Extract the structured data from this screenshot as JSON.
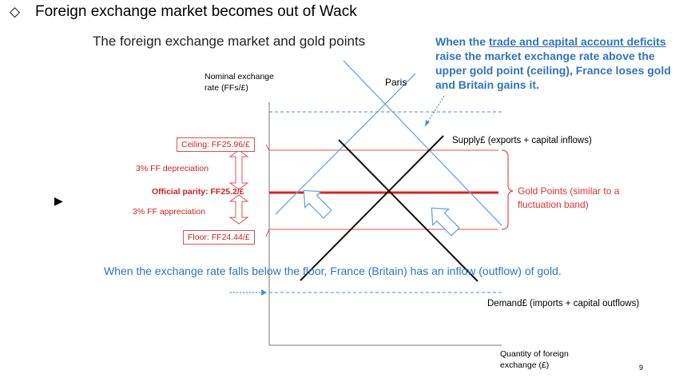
{
  "header": {
    "bullet_icon": "◇",
    "title": "Foreign exchange market becomes out of Wack"
  },
  "diagram": {
    "subtitle": "The foreign exchange market and gold points",
    "y_axis_label": "Nominal exchange rate (FFs/£)",
    "x_axis_label": "Quantity of foreign exchange (£)",
    "paris_label": "Paris",
    "supply_label": "Supply£ (exports + capital inflows)",
    "demand_label": "Demand£ (imports + capital outflows)",
    "ceiling_label": "Ceiling: FF25.96/£",
    "floor_label": "Floor: FF24.44/£",
    "parity_label": "Official parity: FF25.2/£",
    "depreciation_label": "3% FF depreciation",
    "appreciation_label": "3% FF appreciation",
    "gold_points_label": "Gold Points (similar to a fluctuation band)",
    "top_note_prefix": "When the ",
    "top_note_underlined": "trade and capital account deficits",
    "top_note_suffix": " raise the market exchange rate above the upper gold point (ceiling), France loses gold and Britain gains it.",
    "left_note": "When the exchange rate falls below the floor, France (Britain) has an inflow (outflow) of gold.",
    "colors": {
      "blue": "#2f74c0",
      "red": "#e03030",
      "light_blue": "#6aa6de"
    }
  },
  "slide": {
    "page_number": "9",
    "play_icon": "▶"
  }
}
